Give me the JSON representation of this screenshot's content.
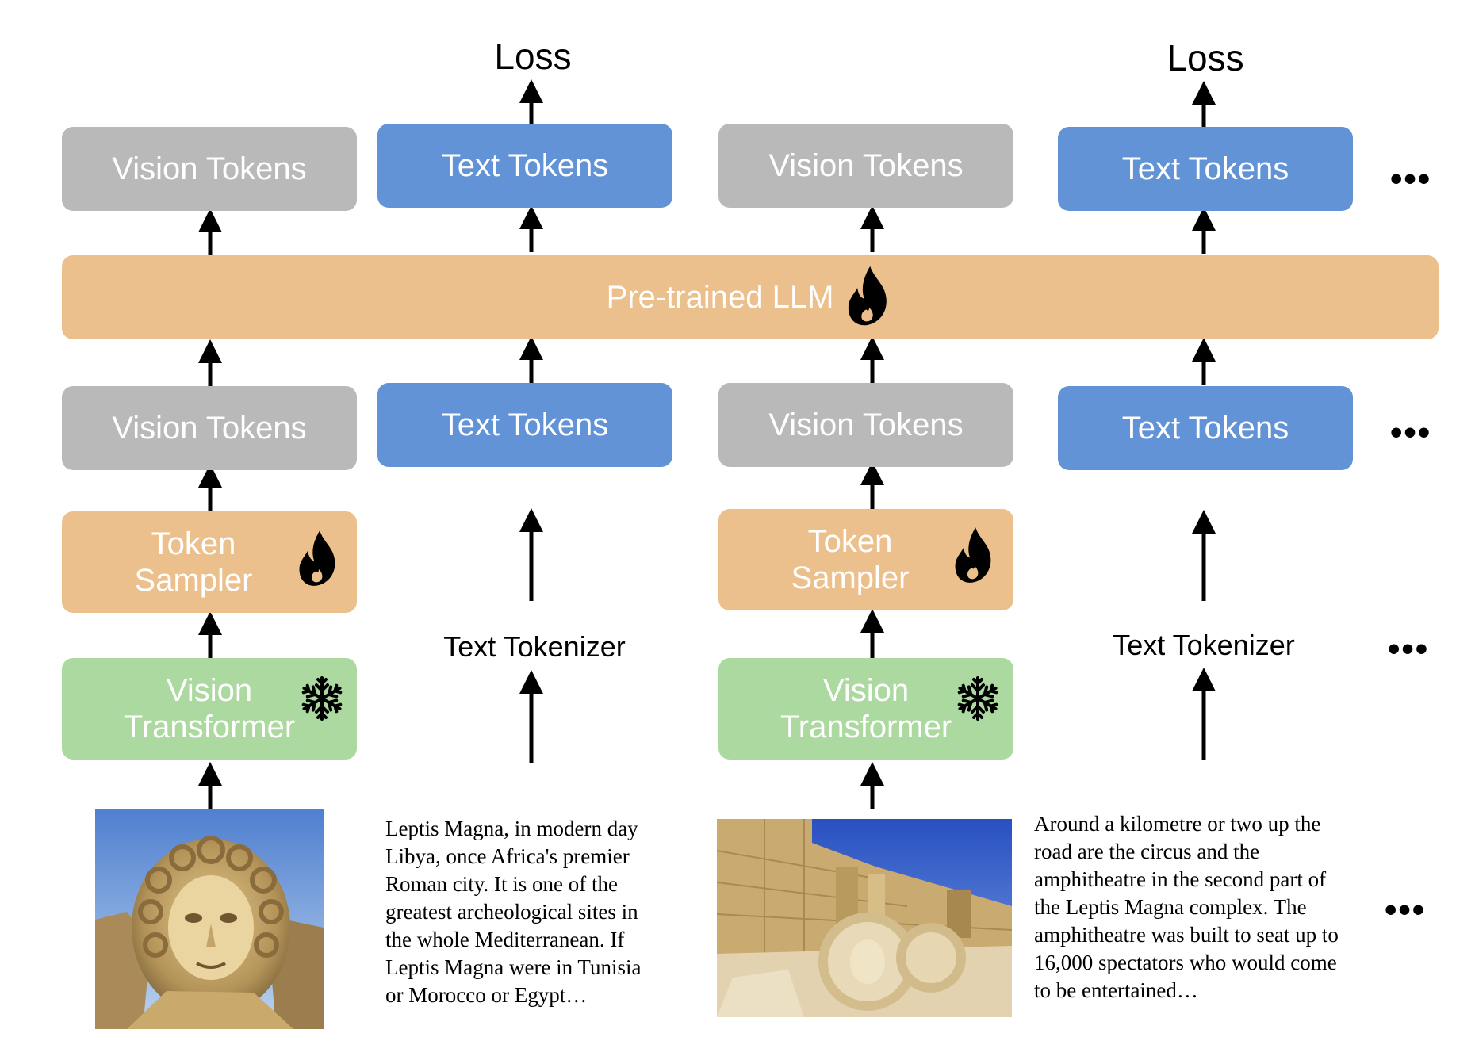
{
  "loss_label": "Loss",
  "llm_label": "Pre-trained LLM",
  "vision_tokens_label": "Vision Tokens",
  "text_tokens_label": "Text Tokens",
  "token_sampler": {
    "line1": "Token",
    "line2": "Sampler"
  },
  "vision_transformer": {
    "line1": "Vision",
    "line2": "Transformer"
  },
  "text_tokenizer_label": "Text Tokenizer",
  "ellipsis": "•••",
  "icons": {
    "trainable": "fire-icon",
    "frozen": "snowflake-icon"
  },
  "colors": {
    "vision_tokens": "#b9b9b9",
    "text_tokens": "#6193d6",
    "llm": "#ecc08c",
    "sampler": "#ecc08c",
    "vit": "#acd9a0"
  },
  "captions": [
    {
      "lines": [
        "Leptis Magna, in modern day",
        "Libya, once Africa's premier",
        "Roman city. It is one of the",
        "greatest archeological sites in",
        "the whole Mediterranean. If",
        "Leptis Magna were in Tunisia",
        "or Morocco or Egypt…"
      ]
    },
    {
      "lines": [
        "Around a kilometre or two up the",
        "road are the circus and the",
        "amphitheatre in the second part of",
        "the Leptis Magna complex. The",
        "amphitheatre was built to seat up to",
        "16,000 spectators who would come",
        "to be entertained…"
      ]
    }
  ]
}
